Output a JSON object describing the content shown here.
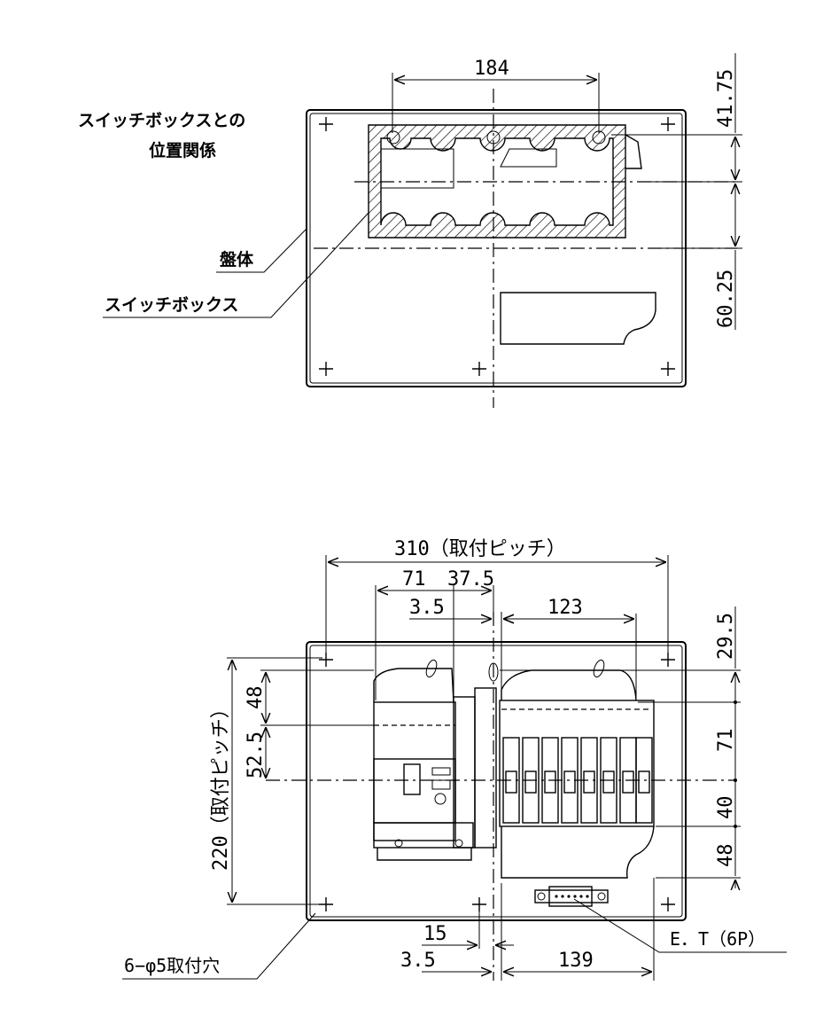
{
  "top_view": {
    "title_line1": "スイッチボックスとの",
    "title_line2": "位置関係",
    "label_panel": "盤体",
    "label_switchbox": "スイッチボックス",
    "dim_width": "184",
    "dim_top": "41.75",
    "dim_bottom": "60.25"
  },
  "bottom_view": {
    "dim_pitch_h": "310（取付ピッチ）",
    "dim_71": "71",
    "dim_37_5": "37.5",
    "dim_3_5_top": "3.5",
    "dim_123": "123",
    "dim_29_5": "29.5",
    "dim_71_right": "71",
    "dim_40": "40",
    "dim_48_right": "48",
    "dim_48_left": "48",
    "dim_52_5": "52.5",
    "dim_pitch_v": "220（取付ピッチ）",
    "dim_15": "15",
    "dim_3_5_bottom": "3.5",
    "dim_139": "139",
    "label_holes": "6−φ5取付穴",
    "label_et": "E．T（6P）"
  }
}
